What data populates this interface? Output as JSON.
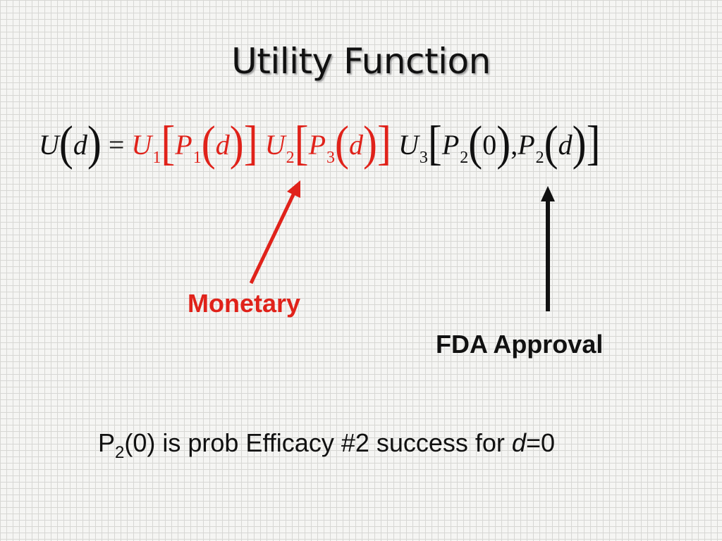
{
  "slide": {
    "title": "Utility Function",
    "equation": {
      "lhs": {
        "func": "U",
        "arg": "d",
        "eq": "="
      },
      "u1": {
        "func": "U",
        "sub": "1",
        "inner_func": "P",
        "inner_sub": "1",
        "arg": "d"
      },
      "u2": {
        "func": "U",
        "sub": "2",
        "inner_func": "P",
        "inner_sub": "3",
        "arg": "d"
      },
      "u3": {
        "func": "U",
        "sub": "3",
        "a_func": "P",
        "a_sub": "2",
        "a_arg": "0",
        "sep": ",",
        "b_func": "P",
        "b_sub": "2",
        "b_arg": "d"
      }
    },
    "annotations": {
      "monetary": "Monetary",
      "fda": "FDA Approval"
    },
    "note": {
      "p": "P",
      "sub": "2",
      "text": "(0) is prob Efficacy #2 success for ",
      "var": "d",
      "tail": "=0"
    },
    "colors": {
      "red": "#e0221a",
      "black": "#111111"
    }
  }
}
